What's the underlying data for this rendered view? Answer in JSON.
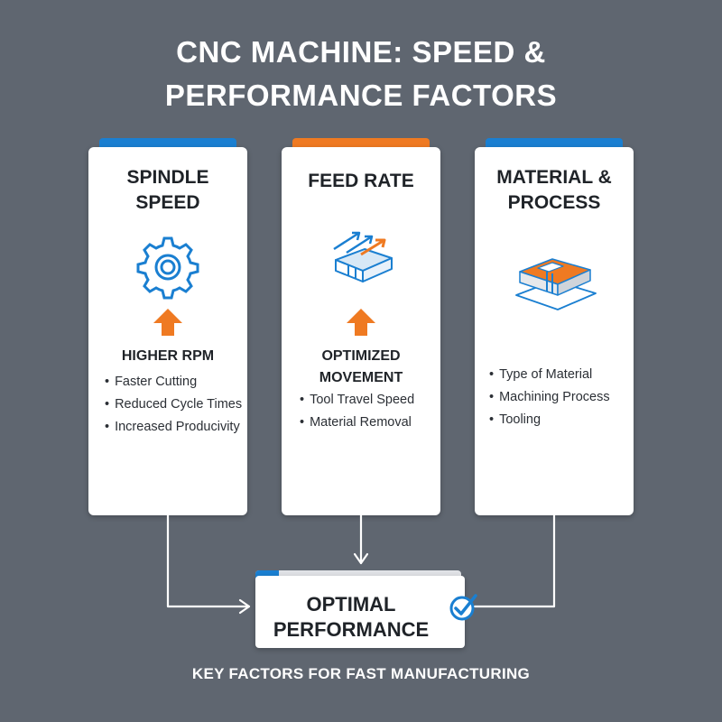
{
  "title": {
    "line1": "CNC MACHINE: SPEED &",
    "line2": "PERFORMANCE FACTORS"
  },
  "colors": {
    "background": "#5f6670",
    "blue": "#1a7fd1",
    "orange": "#ef7a22",
    "card": "#ffffff"
  },
  "cards": [
    {
      "title_line1": "SPINDLE",
      "title_line2": "SPEED",
      "icon": "gear-icon",
      "arrow_icon": "up-arrow-icon",
      "subtitle_line1": "HIGHER RPM",
      "bullets": [
        "Faster Cutting",
        "Reduced Cycle Times",
        "Increased Producivity"
      ],
      "accent": "blue"
    },
    {
      "title_line1": "FEED RATE",
      "icon": "feed-block-icon",
      "arrow_icon": "up-arrow-icon",
      "subtitle_line1": "OPTIMIZED",
      "subtitle_line2": "MOVEMENT",
      "bullets": [
        "Tool Travel Speed",
        "Material Removal"
      ],
      "accent": "orange"
    },
    {
      "title_line1": "MATERIAL &",
      "title_line2": "PROCESS",
      "icon": "material-block-icon",
      "bullets": [
        "Type of Material",
        "Machining Process",
        "Tooling"
      ],
      "accent": "blue"
    }
  ],
  "result": {
    "line1": "OPTIMAL",
    "line2": "PERFORMANCE",
    "icon": "check-circle-icon"
  },
  "footer": "KEY FACTORS FOR FAST MANUFACTURING"
}
